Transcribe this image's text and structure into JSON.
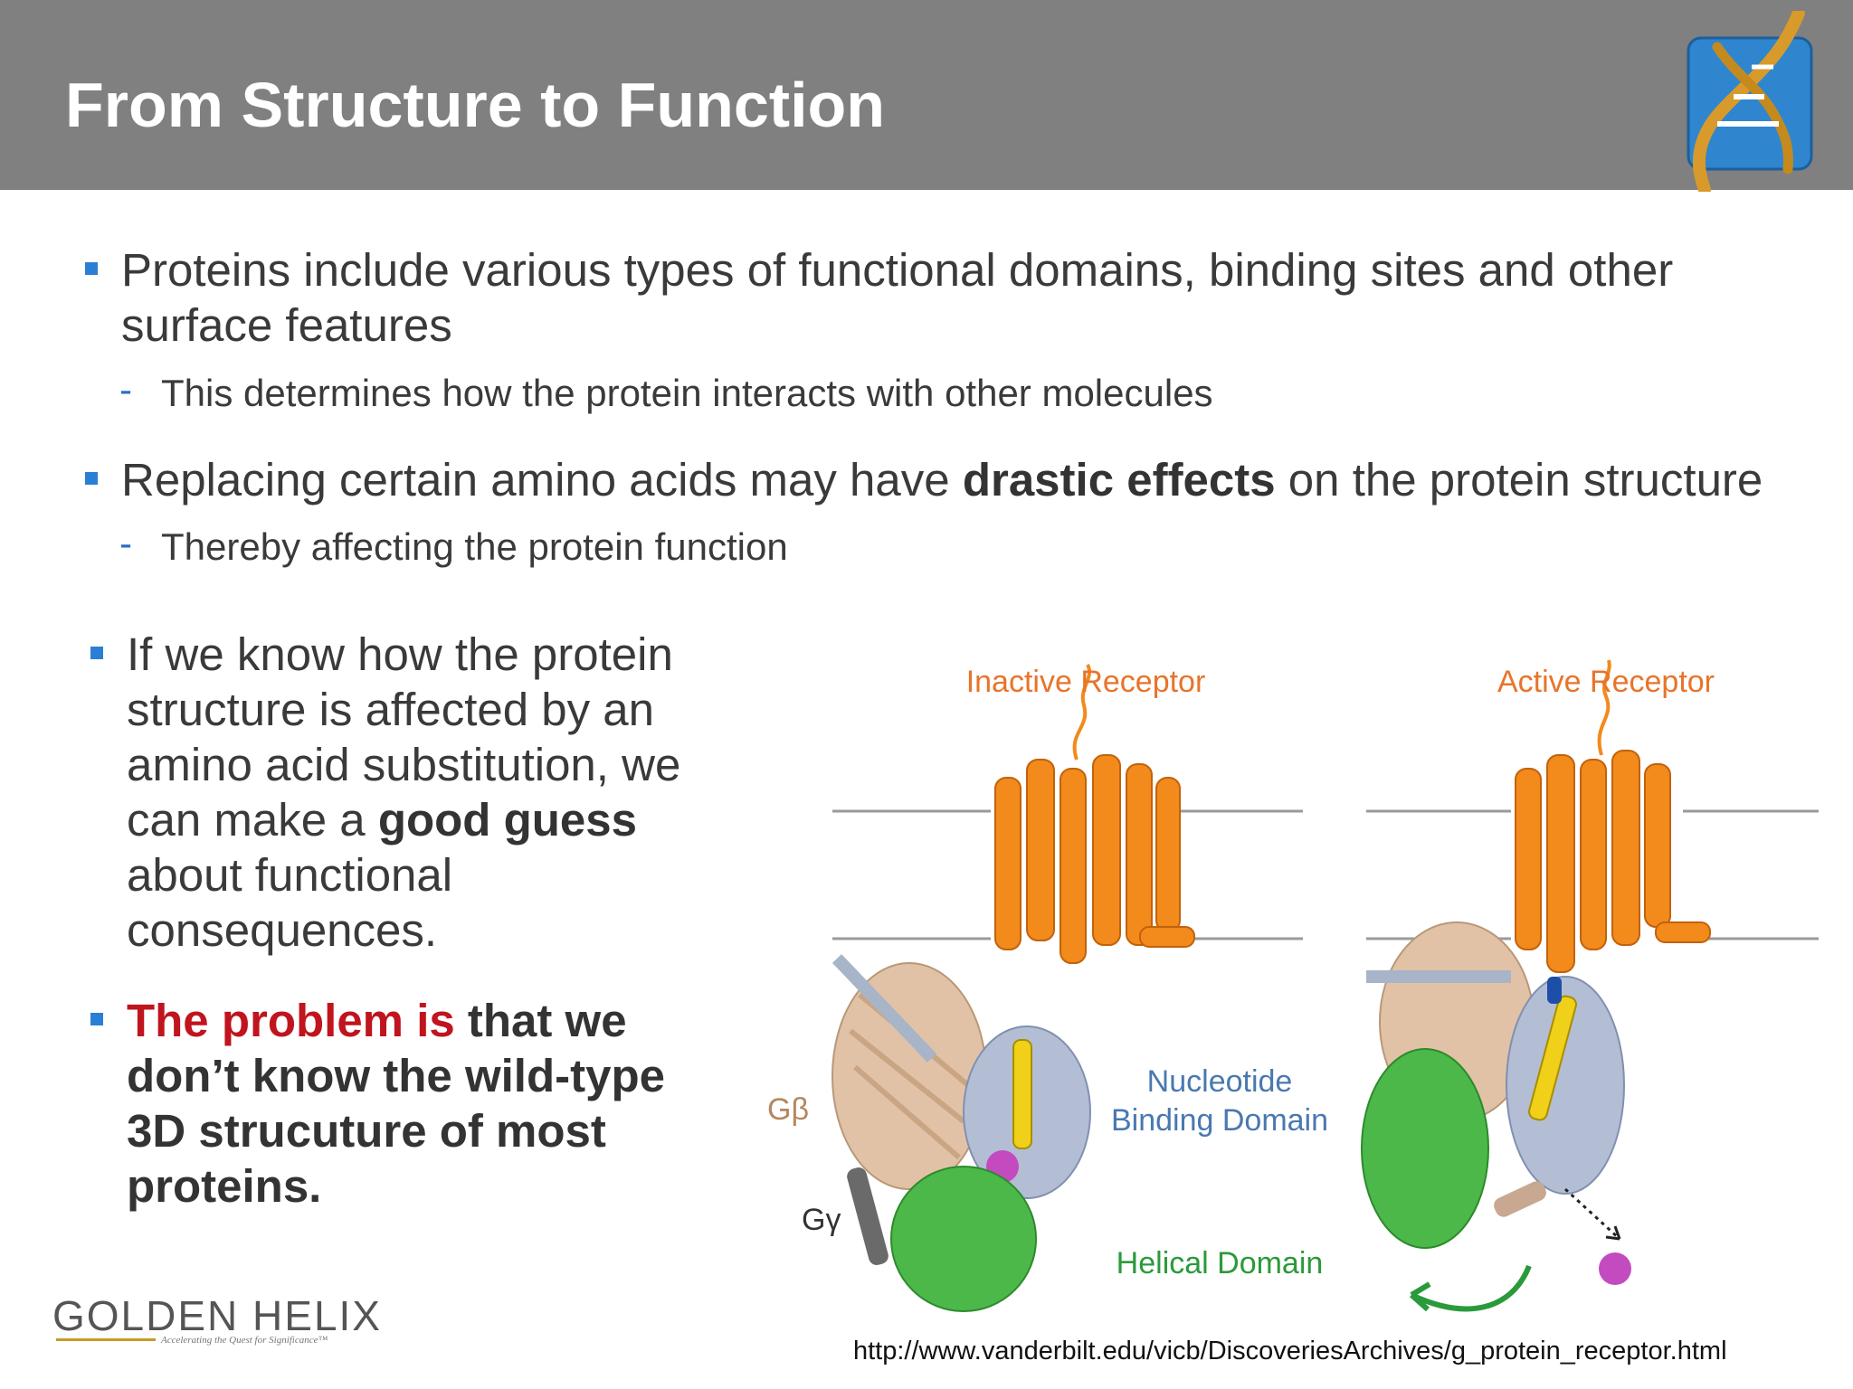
{
  "header": {
    "title": "From Structure to Function"
  },
  "bullets": {
    "b1": {
      "line1": "Proteins include various types of functional domains, binding sites and other",
      "line2": "surface features",
      "sub": "This determines how the protein interacts with other molecules"
    },
    "b2": {
      "pre": "Replacing certain amino acids may have ",
      "bold": "drastic effects",
      "post": " on the protein structure",
      "sub": "Thereby affecting the protein function"
    },
    "b3": {
      "line1": "If we know how the protein",
      "line2": "structure is affected by an",
      "line3": "amino acid substitution, we",
      "line4_pre": "can make a ",
      "line4_bold": "good guess",
      "line5": "about functional",
      "line6": "consequences."
    },
    "b4": {
      "red": "The problem is",
      "line1_rest": " that we",
      "line2": "don’t know the wild-type",
      "line3": "3D strucuture of most",
      "line4": "proteins."
    }
  },
  "figure": {
    "label_inactive": "Inactive Receptor",
    "label_active": "Active Receptor",
    "label_nucleotide_1": "Nucleotide",
    "label_nucleotide_2": "Binding Domain",
    "label_helical": "Helical Domain",
    "label_gbeta": "Gβ",
    "label_ggamma": "Gγ"
  },
  "source_url": "http://www.vanderbilt.edu/vicb/DiscoveriesArchives/g_protein_receptor.html",
  "footer_logo": {
    "name": "GOLDEN HELIX",
    "tagline": "Accelerating the Quest for Significance™"
  },
  "colors": {
    "header_bg": "#808080",
    "bullet": "#2a7fd4",
    "highlight_red": "#c0141e",
    "receptor_orange": "#f28a1c",
    "gbeta_tan": "#e2c2a6",
    "helical_green": "#3aa83a",
    "nucleotide_blue": "#4a78b0"
  }
}
